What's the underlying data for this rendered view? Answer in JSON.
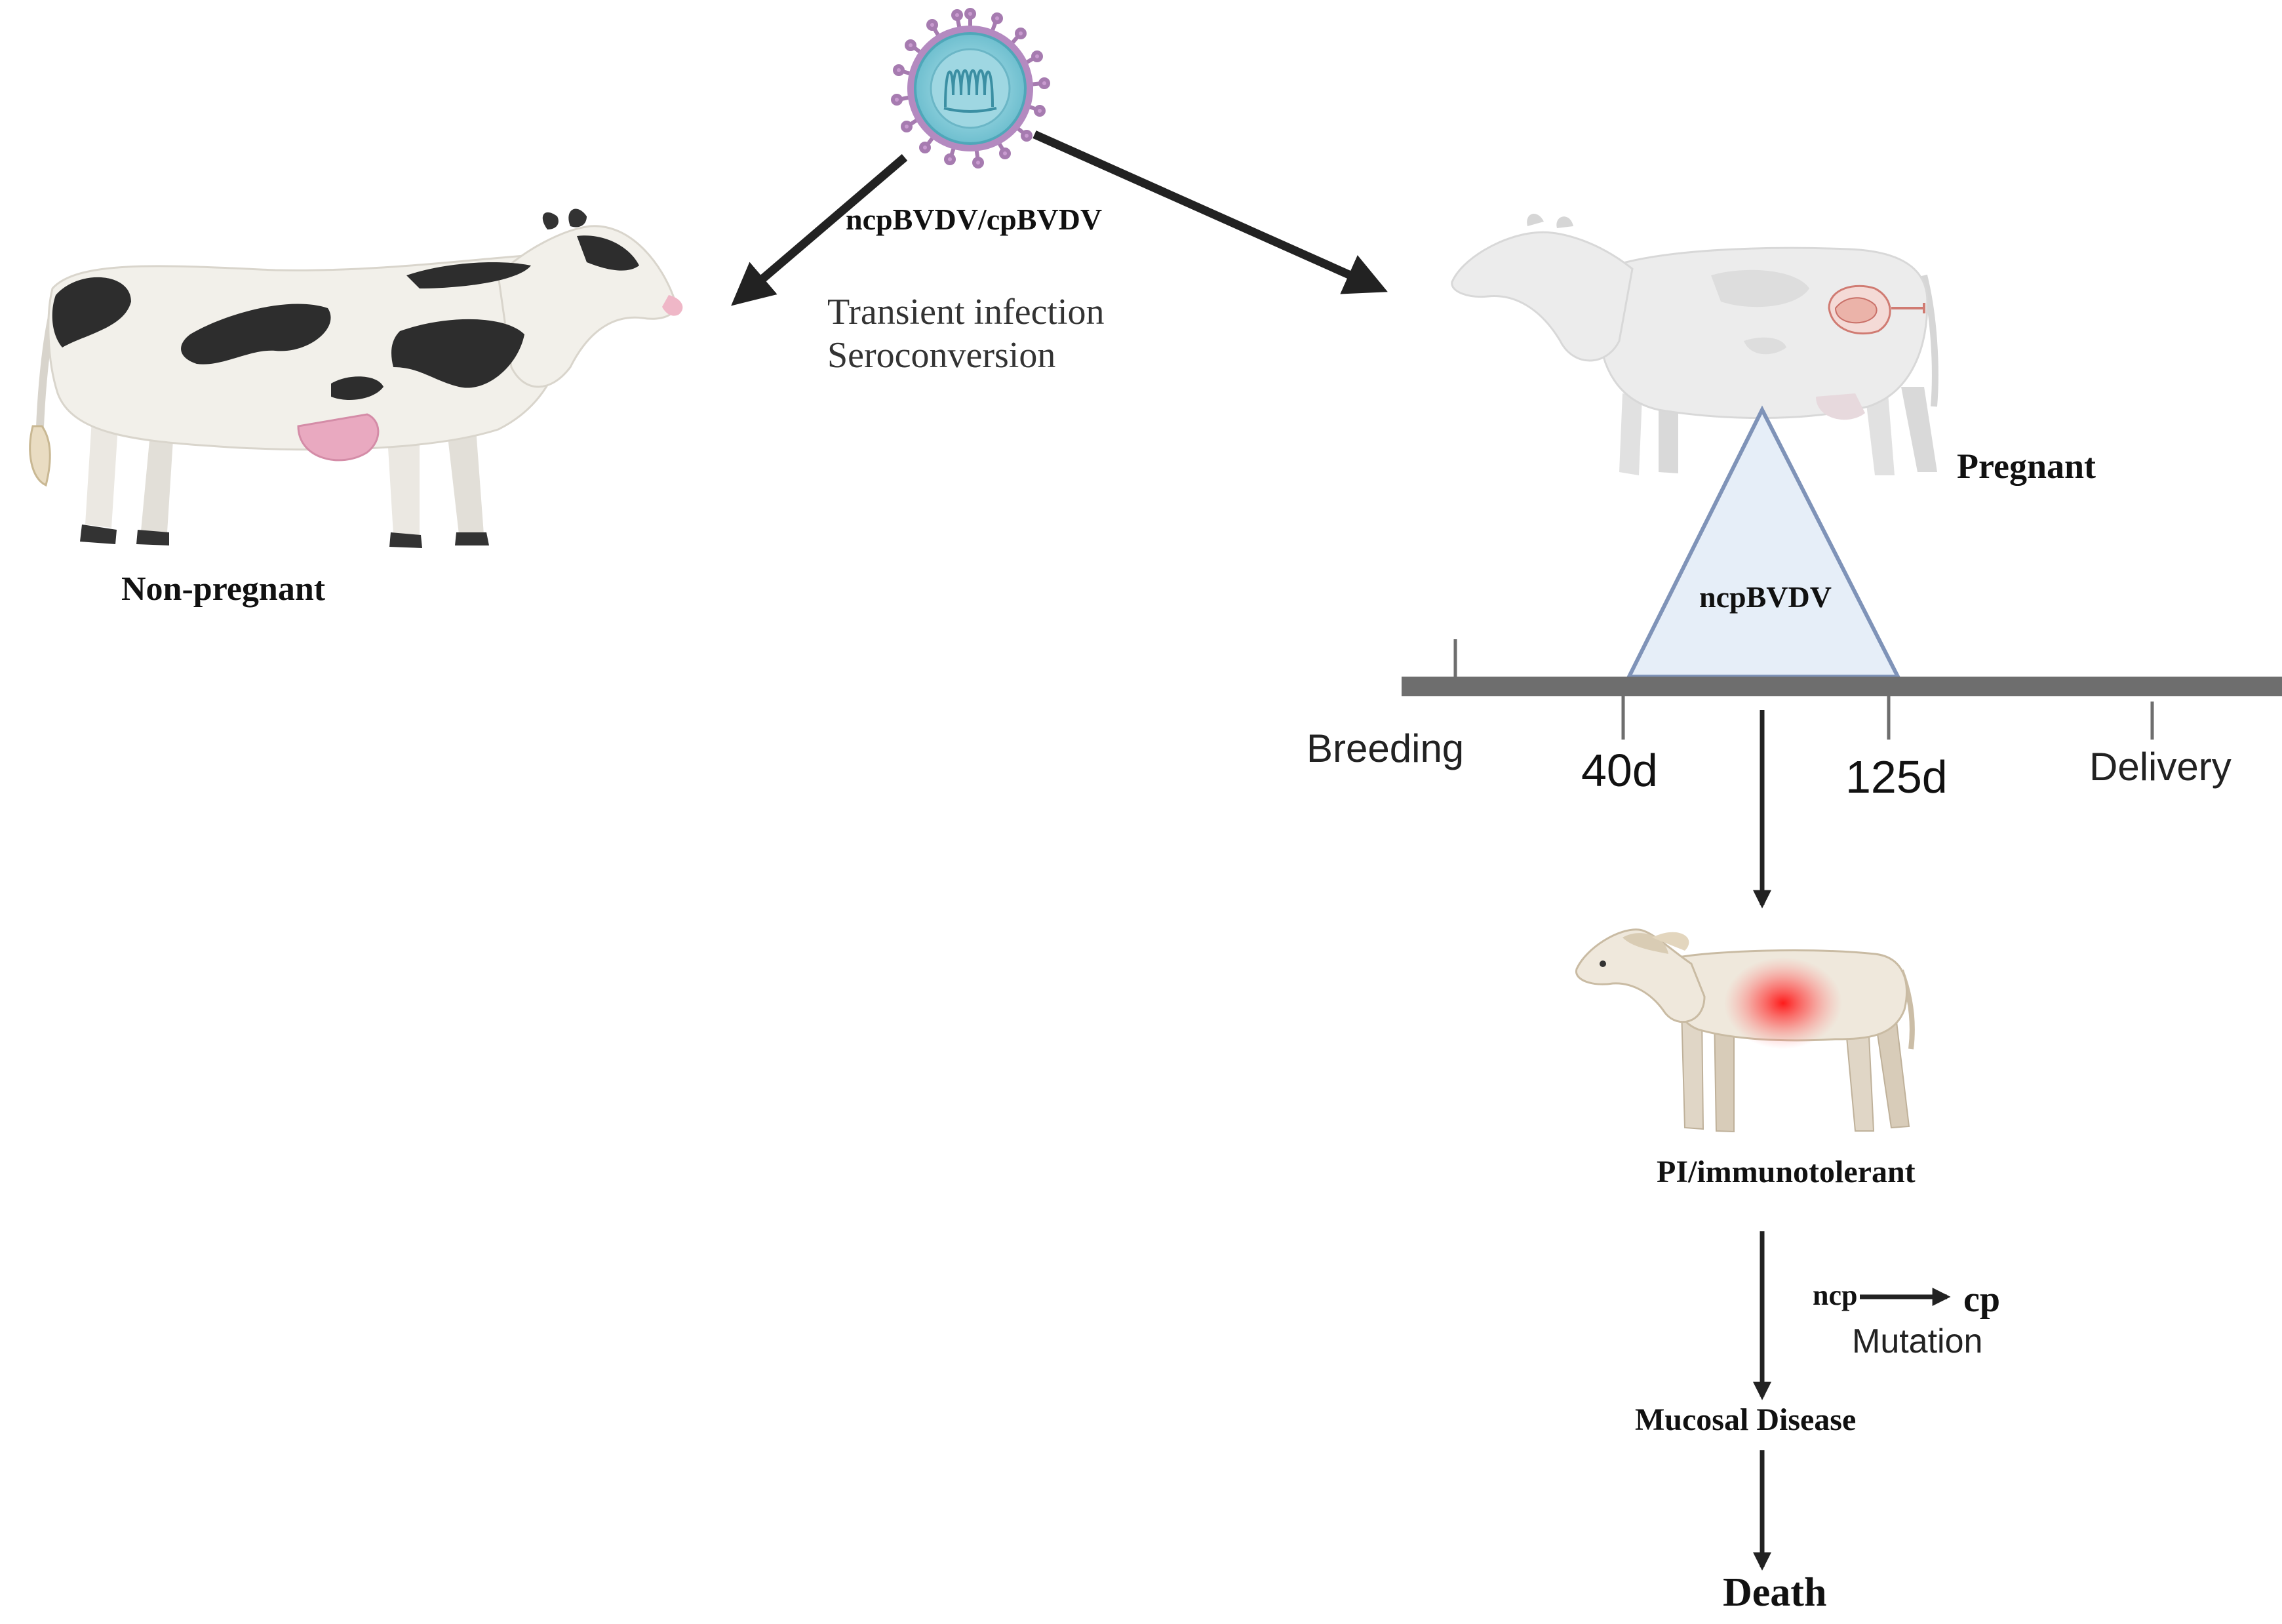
{
  "virus": {
    "label": "ncpBVDV/cpBVDV",
    "outcome_line1": "Transient infection",
    "outcome_line2": "Seroconversion"
  },
  "non_pregnant": {
    "label": "Non-pregnant"
  },
  "pregnant": {
    "label": "Pregnant",
    "window_label": "ncpBVDV"
  },
  "timeline": {
    "breeding": "Breeding",
    "day40": "40d",
    "day125": "125d",
    "delivery": "Delivery"
  },
  "calf": {
    "label": "PI/immunotolerant"
  },
  "mutation": {
    "from": "ncp",
    "to": "cp",
    "label": "Mutation"
  },
  "outcomes": {
    "mucosal": "Mucosal Disease",
    "death": "Death"
  },
  "colors": {
    "arrow": "#222222",
    "timeline_bar": "#6e6e6e",
    "triangle_fill": "#e6eef8",
    "triangle_stroke": "#7f93b8",
    "virus_body": "#8fd0dd",
    "virus_spike": "#a67bb0",
    "holstein_spot": "#2d2d2d",
    "calf_inflammation": "#ff2a2a"
  }
}
